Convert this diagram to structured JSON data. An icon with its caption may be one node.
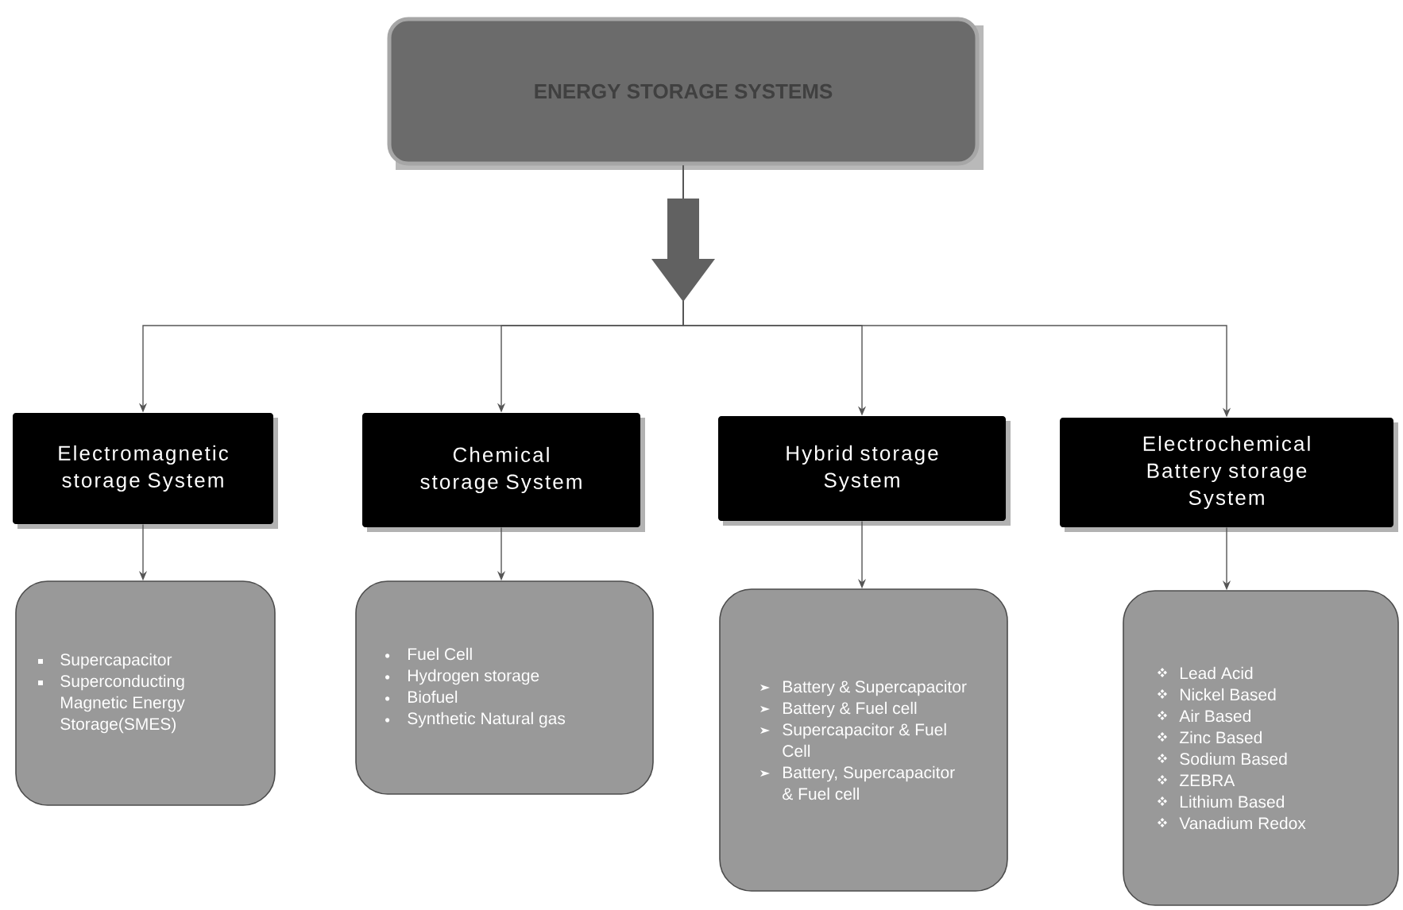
{
  "diagram": {
    "nodes": [
      {
        "text": [
          "ENERGY STORAGE SYSTEMS"
        ]
      },
      {
        "text": [
          "Electromagnetic storage System"
        ]
      },
      {
        "text": [
          "Chemical storage System"
        ]
      },
      {
        "text": [
          "Hybrid storage System"
        ]
      },
      {
        "text": [
          "Electrochemical Battery storage System"
        ]
      },
      {
        "text": [
          "Supercapacitor",
          "Superconducting Magnetic Energy Storage(SMES)"
        ]
      },
      {
        "text": [
          "Fuel Cell",
          "Hydrogen storage",
          "Biofuel",
          "Synthetic Natural gas"
        ]
      },
      {
        "text": [
          "Battery & Supercapacitor",
          "Battery & Fuel cell",
          "Supercapacitor & Fuel Cell",
          "Battery, Supercapacitor & Fuel cell"
        ]
      },
      {
        "text": [
          "Lead Acid",
          "Nickel Based",
          "Air Based",
          "Zinc Based",
          "Sodium Based",
          "ZEBRA",
          "Lithium Based",
          "Vanadium Redox"
        ]
      }
    ],
    "edges": [
      {
        "from": 0,
        "to": 1,
        "arrow": "to"
      },
      {
        "from": 0,
        "to": 2,
        "arrow": "to"
      },
      {
        "from": 0,
        "to": 3,
        "arrow": "to"
      },
      {
        "from": 0,
        "to": 4,
        "arrow": "to"
      },
      {
        "from": 1,
        "to": 5,
        "arrow": "to"
      },
      {
        "from": 2,
        "to": 6,
        "arrow": "to"
      },
      {
        "from": 3,
        "to": 7,
        "arrow": "to"
      },
      {
        "from": 4,
        "to": 8,
        "arrow": "to"
      }
    ]
  }
}
